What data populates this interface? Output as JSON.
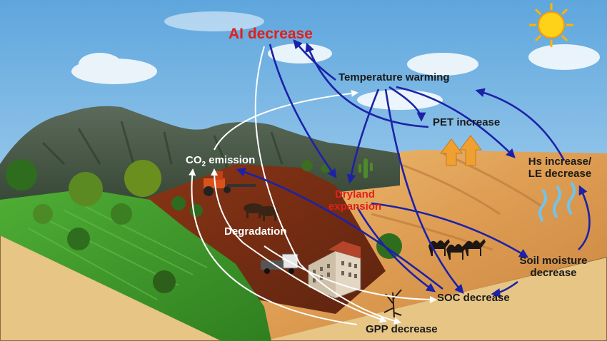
{
  "labels": {
    "ai_decrease": "AI decrease",
    "temperature_warming": "Temperature warming",
    "pet_increase": "PET increase",
    "co2_prefix": "CO",
    "co2_sub": "2",
    "co2_suffix": " emission",
    "hs_increase": "Hs increase/",
    "le_decrease": "LE decrease",
    "dryland": "Dryland",
    "expansion": "expansion",
    "degradation": "Degradation",
    "soil_moisture": "Soil moisture",
    "soil_decrease": "decrease",
    "soc_decrease": "SOC decrease",
    "gpp_decrease": "GPP decrease"
  },
  "colors": {
    "sky_top": "#6fb0e2",
    "sky_bottom": "#cfe6f5",
    "mountain": "#4a5a48",
    "grass": "#3f9a2c",
    "soil": "#7a2e12",
    "sand": "#e2a55a",
    "base": "#e8c585",
    "arrow_blue": "#1c22a8",
    "arrow_white": "#ffffff",
    "heat_arrow": "#f0a030",
    "hs_arrow": "#6fc4f0",
    "sun": "#ffd21a",
    "label_red": "#e0201c"
  },
  "icons": [
    "sun-icon",
    "tractor-icon",
    "plough-animals-icon",
    "truck-icon",
    "building-icon",
    "camel-caravan-icon",
    "cactus-icon",
    "dead-tree-icon"
  ]
}
